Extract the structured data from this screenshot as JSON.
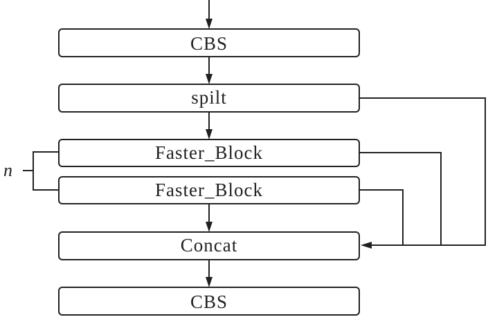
{
  "diagram": {
    "nodes": [
      {
        "id": "cbs_top",
        "label": "CBS"
      },
      {
        "id": "split",
        "label": "spilt"
      },
      {
        "id": "faster_block_1",
        "label": "Faster_Block"
      },
      {
        "id": "faster_block_2",
        "label": "Faster_Block"
      },
      {
        "id": "concat",
        "label": "Concat"
      },
      {
        "id": "cbs_bottom",
        "label": "CBS"
      }
    ],
    "edges": [
      {
        "from": "input",
        "to": "cbs_top"
      },
      {
        "from": "cbs_top",
        "to": "split"
      },
      {
        "from": "split",
        "to": "faster_block_1"
      },
      {
        "from": "faster_block_2",
        "to": "concat"
      },
      {
        "from": "concat",
        "to": "cbs_bottom"
      },
      {
        "from": "split",
        "to": "concat",
        "route": "right-skip"
      },
      {
        "from": "faster_block_1",
        "to": "concat",
        "route": "right-skip"
      },
      {
        "from": "faster_block_2",
        "to": "concat",
        "route": "right-skip"
      }
    ],
    "repeat_label": "n"
  }
}
